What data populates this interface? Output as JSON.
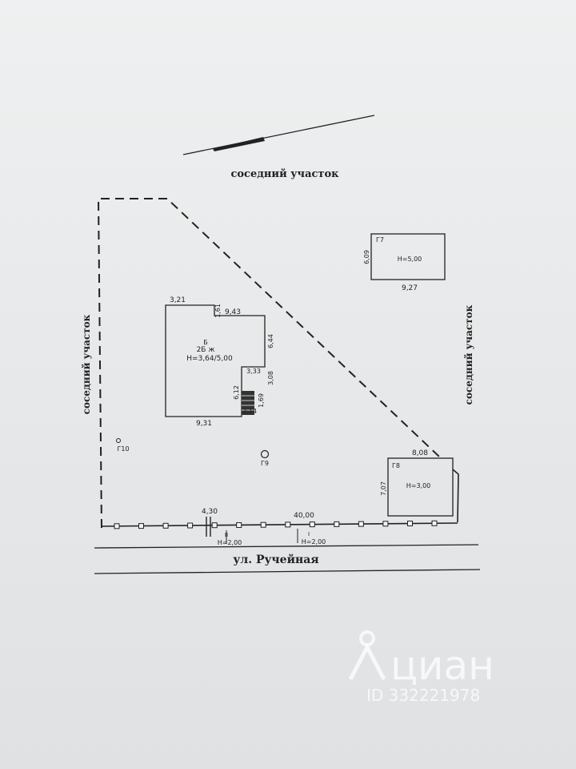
{
  "labels": {
    "neighbor_top": "соседний участок",
    "neighbor_left": "соседний участок",
    "neighbor_right": "соседний участок",
    "street": "ул. Ручейная"
  },
  "house": {
    "code": "Б",
    "floors": "2Б ж",
    "height": "H=3,64/5,00",
    "dims": {
      "top_left": "3,21",
      "top_step": "1,61",
      "top": "9,43",
      "right": "6,44",
      "porch_top": "3,33",
      "porch_right": "3,08",
      "porch_left": "6,12",
      "stairs_side": "1,69",
      "stairs_bottom": "2,14",
      "bottom": "9,31"
    }
  },
  "g7": {
    "code": "Г7",
    "height": "H=5,00",
    "width": "9,27",
    "depth": "6,09"
  },
  "g8": {
    "code": "Г8",
    "height": "H=3,00",
    "width": "8,08",
    "depth": "7,07"
  },
  "g9": {
    "code": "Г9"
  },
  "g10": {
    "code": "Г10"
  },
  "fence": {
    "gap": "4,30",
    "length": "40,00",
    "seg2_code": "II",
    "seg2_height": "H=2,00",
    "seg1_code": "I",
    "seg1_height": "H=2,00"
  },
  "watermark": {
    "brand": "циан",
    "id": "ID 332221978"
  },
  "colors": {
    "ink": "#222222",
    "paper": "#e8eaeb"
  }
}
